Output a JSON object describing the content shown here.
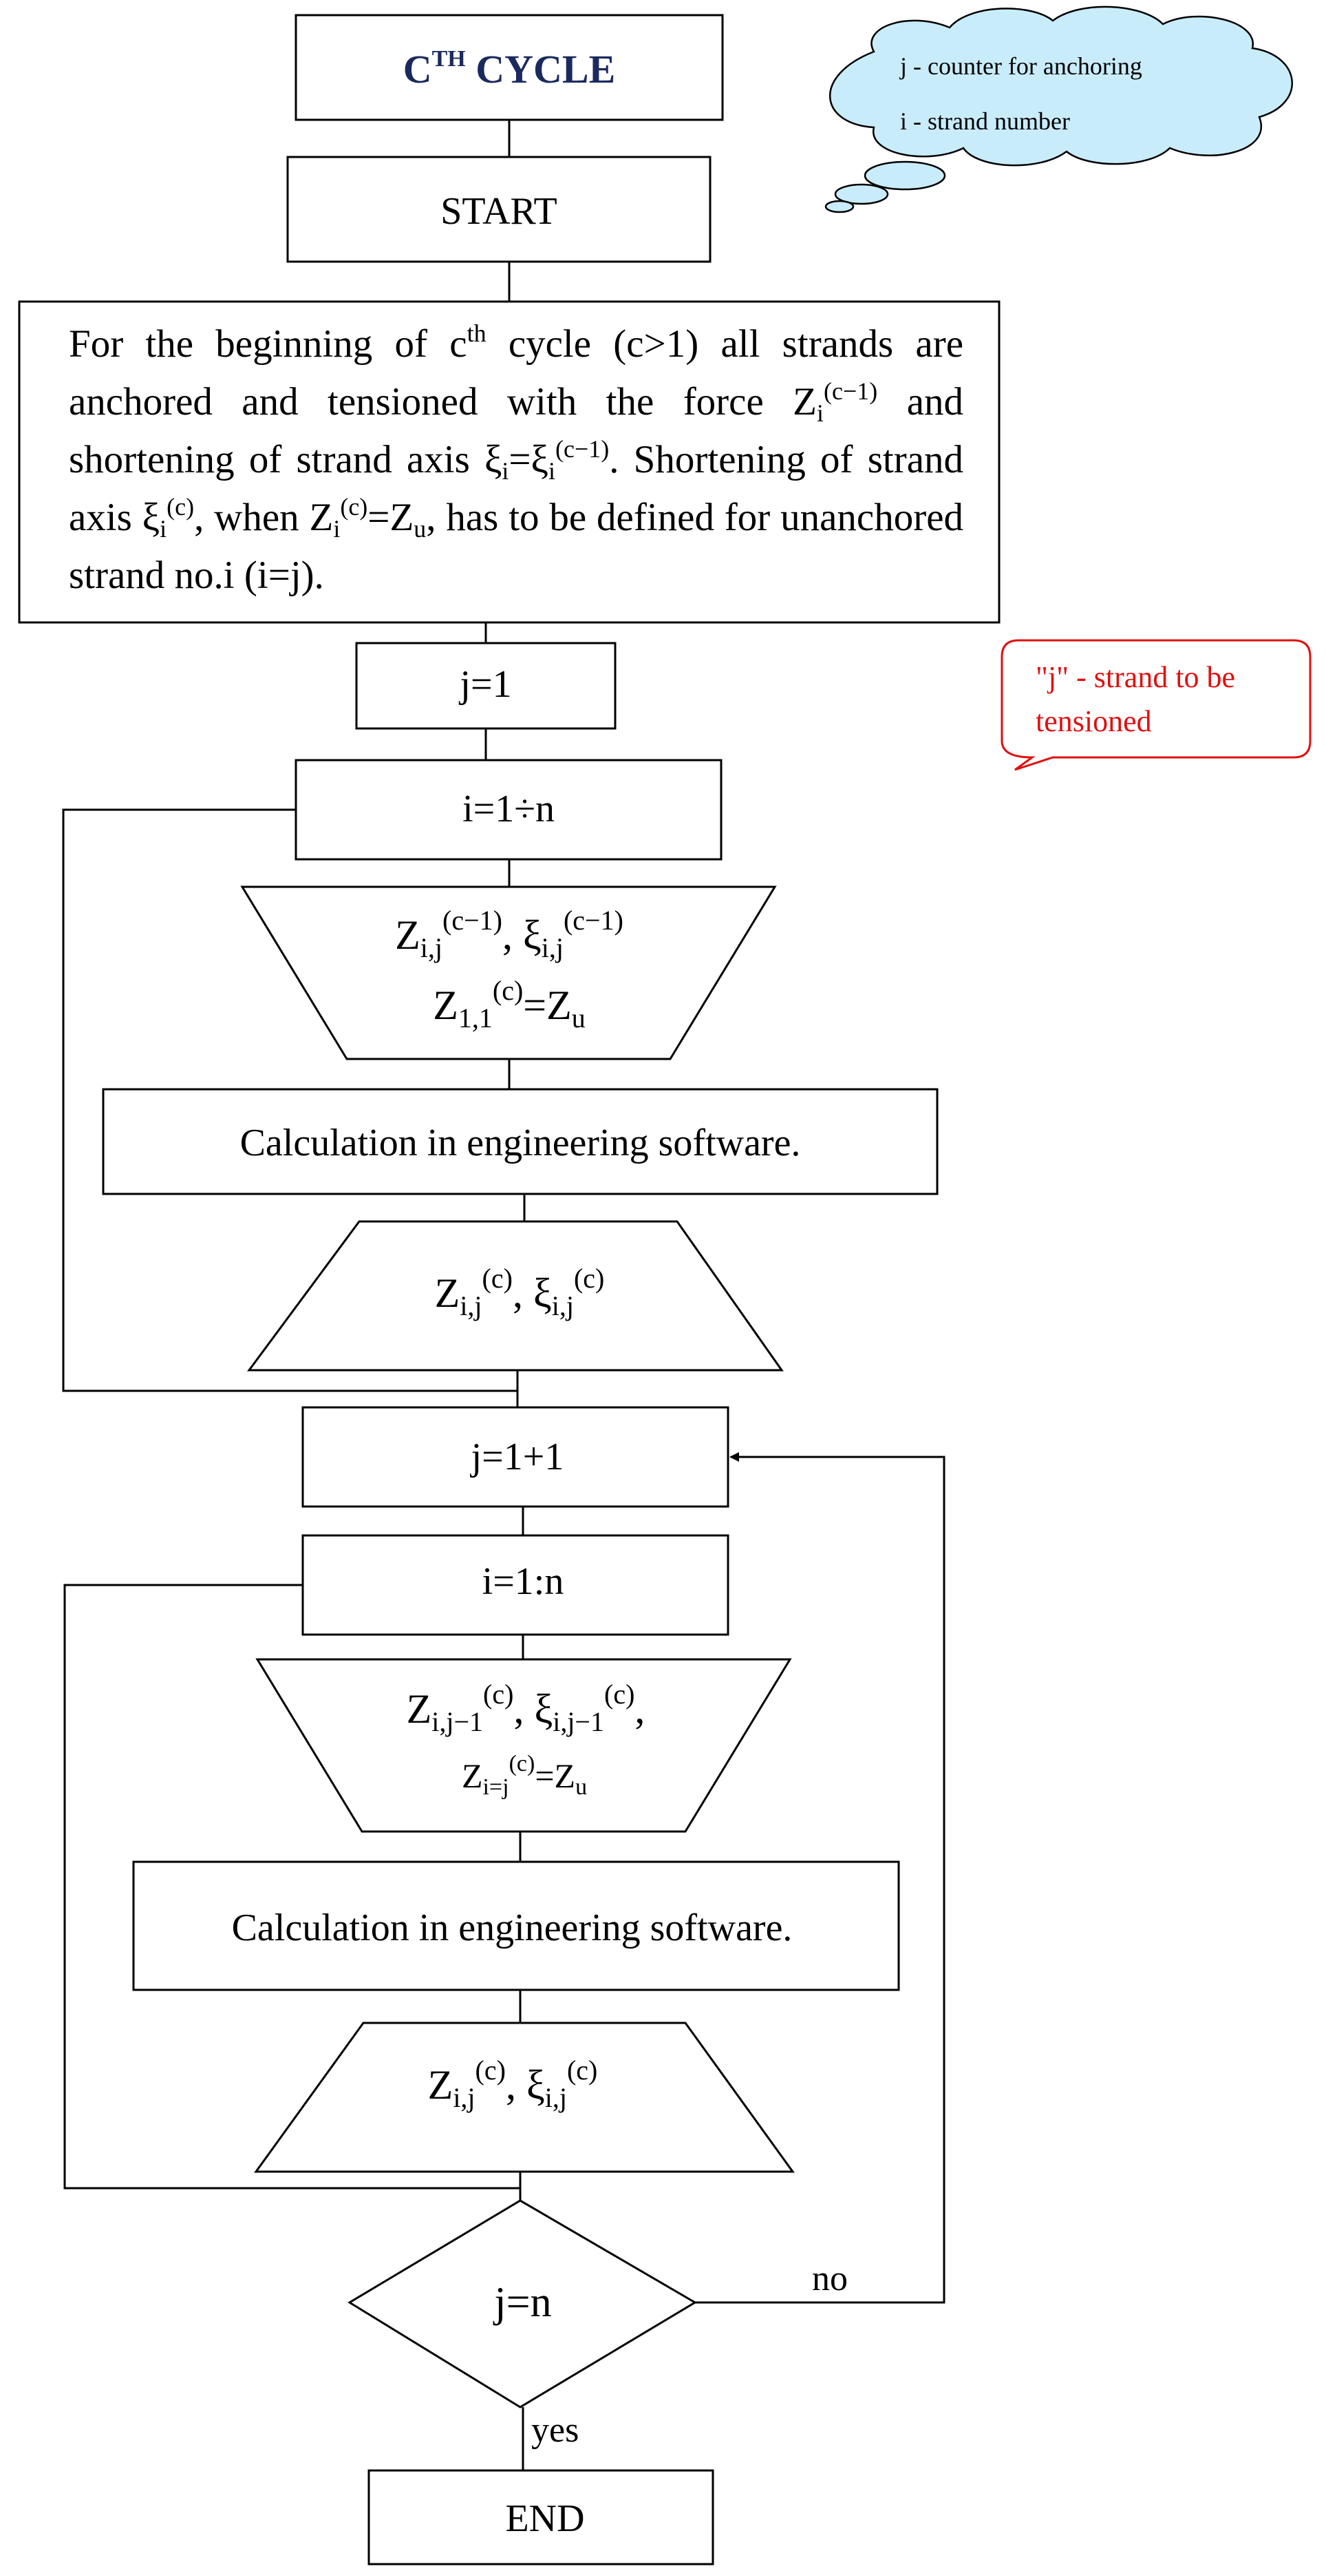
{
  "title": {
    "main": "C",
    "sup": "TH",
    "rest": " CYCLE"
  },
  "start_label": "START",
  "end_label": "END",
  "legend_cloud": {
    "line1": "j - counter for anchoring",
    "line2": "i - strand number"
  },
  "note_callout": {
    "line1": "\"j\" - strand to be",
    "line2": "tensioned"
  },
  "intro": {
    "p1": "For the beginning of c",
    "p1_sup": "th",
    "p2": " cycle (c>1) all strands are anchored and tensioned with the force Z",
    "p2_sub": "i",
    "p2_sup": "(c−1)",
    "p3": " and shortening of strand axis ξ",
    "p3_sub": "i",
    "p3b": "=ξ",
    "p3b_sub": "i",
    "p3b_sup": "(c−1)",
    "p4": ". Shortening of strand axis ξ",
    "p4_sub": "i",
    "p4_sup": "(c)",
    "p5": ", when Z",
    "p5_sub": "i",
    "p5_sup": "(c)",
    "p6": "=Z",
    "p6_sub": "u",
    "p7": ", has to be defined for unanchored strand no.i (i=j)."
  },
  "loop1": {
    "init": "j=1",
    "loop": "i=1÷n",
    "input": {
      "z": "Z",
      "z_sub": "i,j",
      "z_sup": "(c−1)",
      "sep": ",  ",
      "xi": "ξ",
      "xi_sub": "i,j",
      "xi_sup": "(c−1)",
      "z2": "Z",
      "z2_sub": "1,1",
      "z2_sup": "(c)",
      "eq": "=Z",
      "eq_sub": "u"
    },
    "calc": "Calculation in engineering software.",
    "output": {
      "z": "Z",
      "z_sub": "i,j",
      "z_sup": "(c)",
      "sep": ",  ",
      "xi": "ξ",
      "xi_sub": "i,j",
      "xi_sup": "(c)"
    }
  },
  "loop2": {
    "inc": "j=1+1",
    "loop": "i=1:n",
    "input": {
      "z": "Z",
      "z_sub": "i,j−1",
      "z_sup": "(c)",
      "sep": ", ",
      "xi": "ξ",
      "xi_sub": "i,j−1",
      "xi_sup": "(c)",
      "comma": ",",
      "z2": "Z",
      "z2_sub": "i=j",
      "z2_sup": "(c)",
      "eq": "=Z",
      "eq_sub": "u"
    },
    "calc": "Calculation in engineering software.",
    "output": {
      "z": "Z",
      "z_sub": "i,j",
      "z_sup": "(c)",
      "sep": ",  ",
      "xi": "ξ",
      "xi_sub": "i,j",
      "xi_sup": "(c)"
    }
  },
  "decision": {
    "label": "j=n",
    "no": "no",
    "yes": "yes"
  },
  "colors": {
    "cloud_fill": "#c9ecfb",
    "title": "#1b2a5e",
    "callout": "#e01010"
  }
}
